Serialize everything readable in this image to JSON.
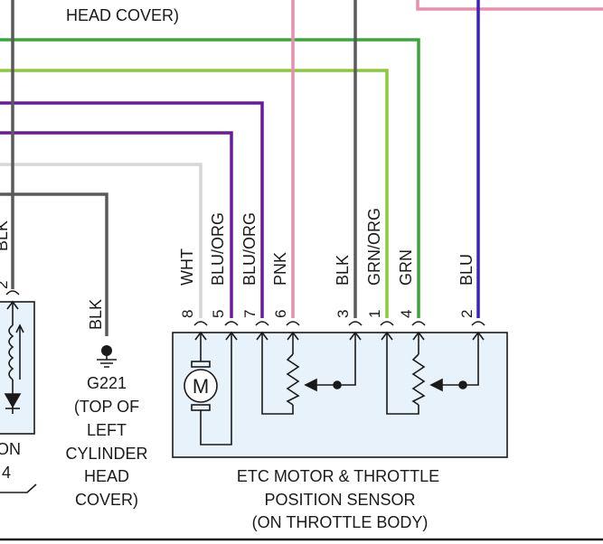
{
  "colors": {
    "green": "#3aa53a",
    "lime_green": "#8cc83c",
    "purple": "#6a1b9a",
    "blue": "#3a1fc8",
    "pink": "#e98fae",
    "gray": "#5a5a5a",
    "white_wire": "#d6d6d6",
    "component_fill": "#e8f2fb"
  },
  "header": {
    "partial_label": "HEAD COVER)"
  },
  "connector_wires": [
    {
      "pin": "8",
      "color_label": "WHT"
    },
    {
      "pin": "5",
      "color_label": "BLU/ORG"
    },
    {
      "pin": "7",
      "color_label": "BLU/ORG"
    },
    {
      "pin": "6",
      "color_label": "PNK"
    },
    {
      "pin": "3",
      "color_label": "BLK"
    },
    {
      "pin": "1",
      "color_label": "GRN/ORG"
    },
    {
      "pin": "4",
      "color_label": "GRN"
    },
    {
      "pin": "2",
      "color_label": "BLU"
    }
  ],
  "motor_symbol": "M",
  "component": {
    "line1": "ETC MOTOR & THROTTLE",
    "line2": "POSITION SENSOR",
    "line3": "(ON THROTTLE BODY)"
  },
  "ground": {
    "wire_label": "BLK",
    "id": "G221",
    "line1": "(TOP OF",
    "line2": "LEFT",
    "line3": "CYLINDER",
    "line4": "HEAD",
    "line5": "COVER)"
  },
  "left_component": {
    "wire_label": "BLK",
    "pin": "2",
    "partial_text_1": "ON",
    "partial_text_2": "4"
  },
  "icons": [
    "motor-icon",
    "ground-icon",
    "potentiometer-icon",
    "coil-icon",
    "diode-icon",
    "connector-pin-icon"
  ]
}
